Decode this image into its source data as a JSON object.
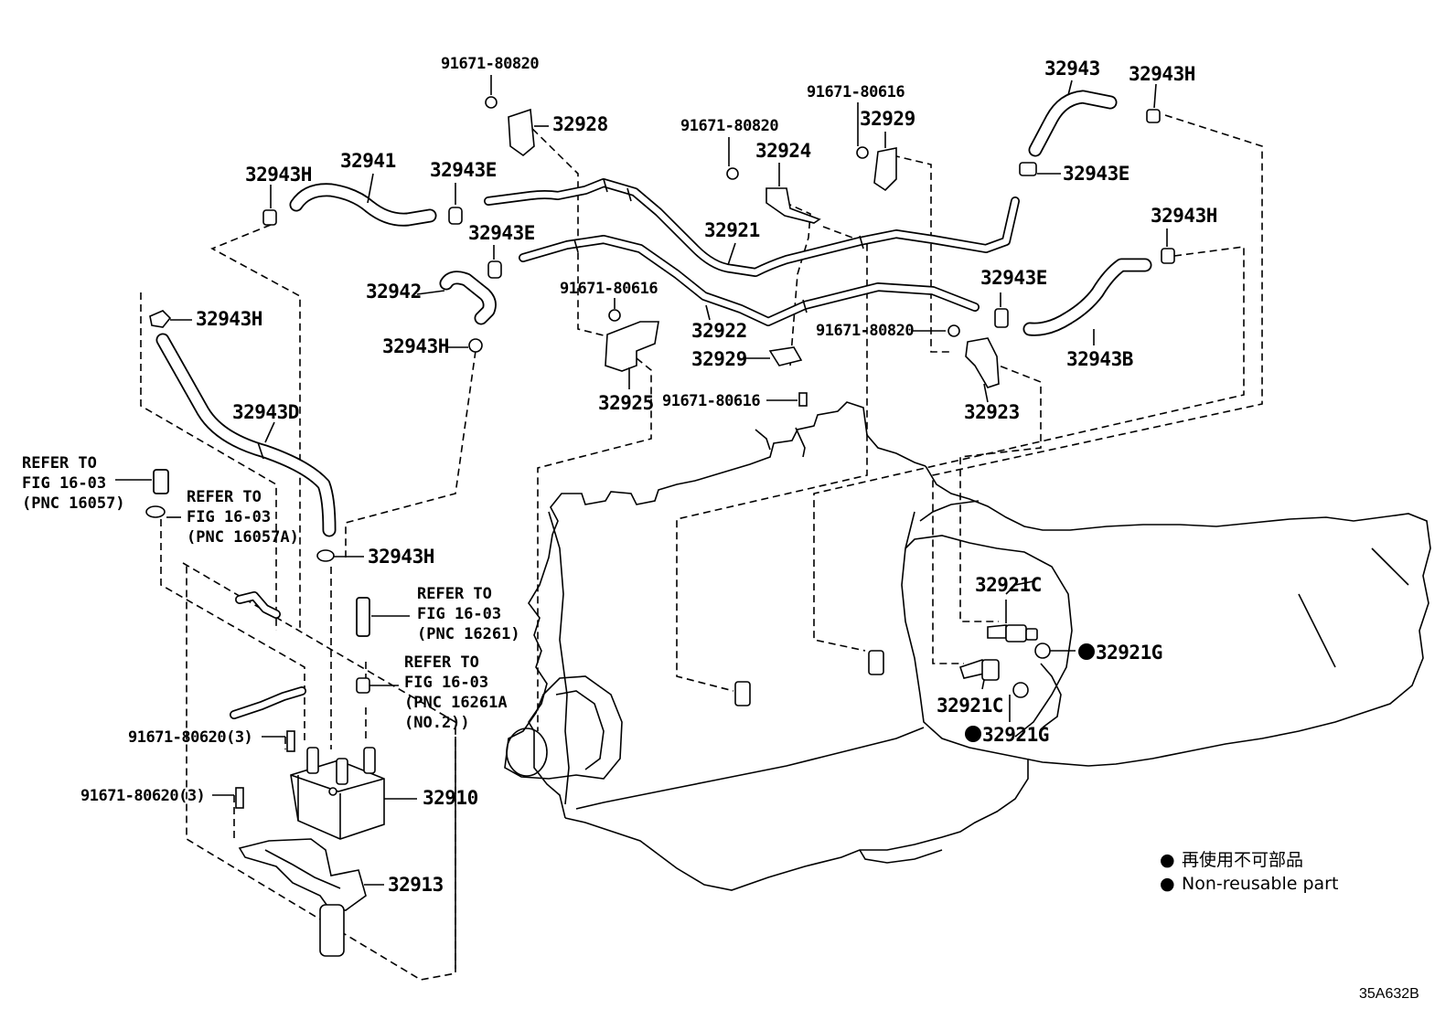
{
  "diagram": {
    "code": "35A632B",
    "legend": [
      {
        "symbol": "●",
        "text": "再使用不可部品"
      },
      {
        "symbol": "●",
        "text": "Non-reusable part"
      }
    ],
    "labels": {
      "b80820_top": "91671-80820",
      "p32928": "32928",
      "p32943_tr": "32943",
      "p32943h_tr": "32943H",
      "b80616_top": "91671-80616",
      "p32929_top": "32929",
      "b80820_mid": "91671-80820",
      "p32924": "32924",
      "p32943e_tr": "32943E",
      "p32943h_left": "32943H",
      "p32941": "32941",
      "p32943e_a": "32943E",
      "p32943e_b": "32943E",
      "p32921": "32921",
      "p32943h_r2": "32943H",
      "p32943e_r2": "32943E",
      "p32942": "32942",
      "b80616_mid": "91671-80616",
      "p32922": "32922",
      "b80820_right": "91671-80820",
      "p32943h_mid": "32943H",
      "p32943h_far": "32943H",
      "p32929_mid": "32929",
      "p32943b": "32943B",
      "p32925": "32925",
      "b80616_low": "91671-80616",
      "p32923": "32923",
      "p32943d": "32943D",
      "p32943h_low": "32943H",
      "p32921c_a": "32921C",
      "p32921g_a": "32921G",
      "p32921c_b": "32921C",
      "p32921g_b": "32921G",
      "b80620_a": "91671-80620(3)",
      "b80620_b": "91671-80620(3)",
      "p32910": "32910",
      "p32913": "32913"
    },
    "refs": [
      {
        "line1": "REFER TO",
        "line2": "FIG 16-03",
        "line3": "(PNC 16057)"
      },
      {
        "line1": "REFER TO",
        "line2": "FIG 16-03",
        "line3": "(PNC 16057A)"
      },
      {
        "line1": "REFER TO",
        "line2": "FIG 16-03",
        "line3": "(PNC 16261)"
      },
      {
        "line1": "REFER TO",
        "line2": "FIG 16-03",
        "line3": "(PNC 16261A",
        "line4": "(NO.2))"
      }
    ]
  }
}
